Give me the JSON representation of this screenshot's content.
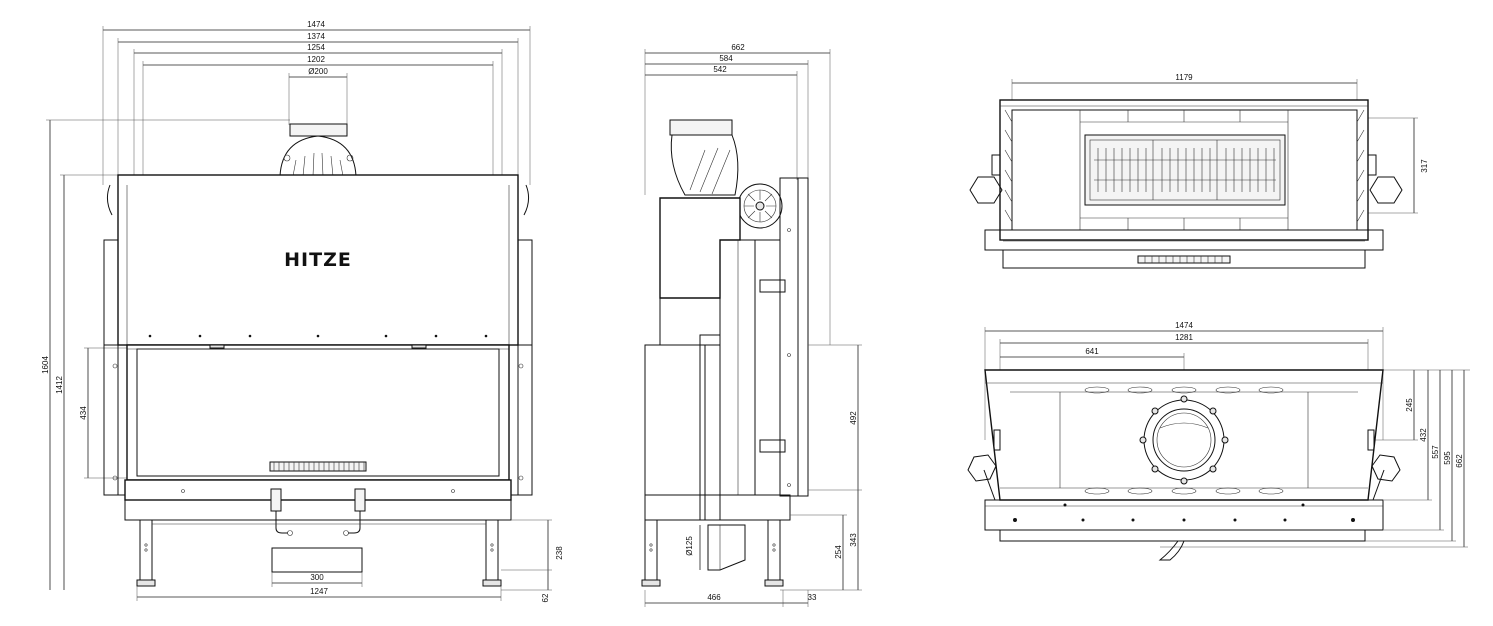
{
  "front_view": {
    "logo_text": "HITZE",
    "dimensions": {
      "total_width": "1474",
      "width_1374": "1374",
      "width_1254": "1254",
      "width_1202": "1202",
      "flue_diameter": "Ø200",
      "total_height": "1604",
      "height_1412": "1412",
      "door_height": "434",
      "ashbox_width": "300",
      "base_width": "1247",
      "leg_height": "238",
      "foot_height": "62"
    }
  },
  "side_view": {
    "dimensions": {
      "total_depth": "662",
      "depth_584": "584",
      "depth_542": "542",
      "glass_height": "492",
      "air_inlet_height": "343",
      "air_inlet_center": "254",
      "air_inlet_diameter": "Ø125",
      "base_depth": "466",
      "offset_33": "33"
    }
  },
  "top_view": {
    "dimensions": {
      "inner_width": "1179",
      "depth_317": "317"
    }
  },
  "bottom_view": {
    "dimensions": {
      "total_width": "1474",
      "width_1281": "1281",
      "center_offset": "641",
      "depth_245": "245",
      "depth_432": "432",
      "depth_557": "557",
      "depth_595": "595",
      "depth_662": "662"
    }
  }
}
